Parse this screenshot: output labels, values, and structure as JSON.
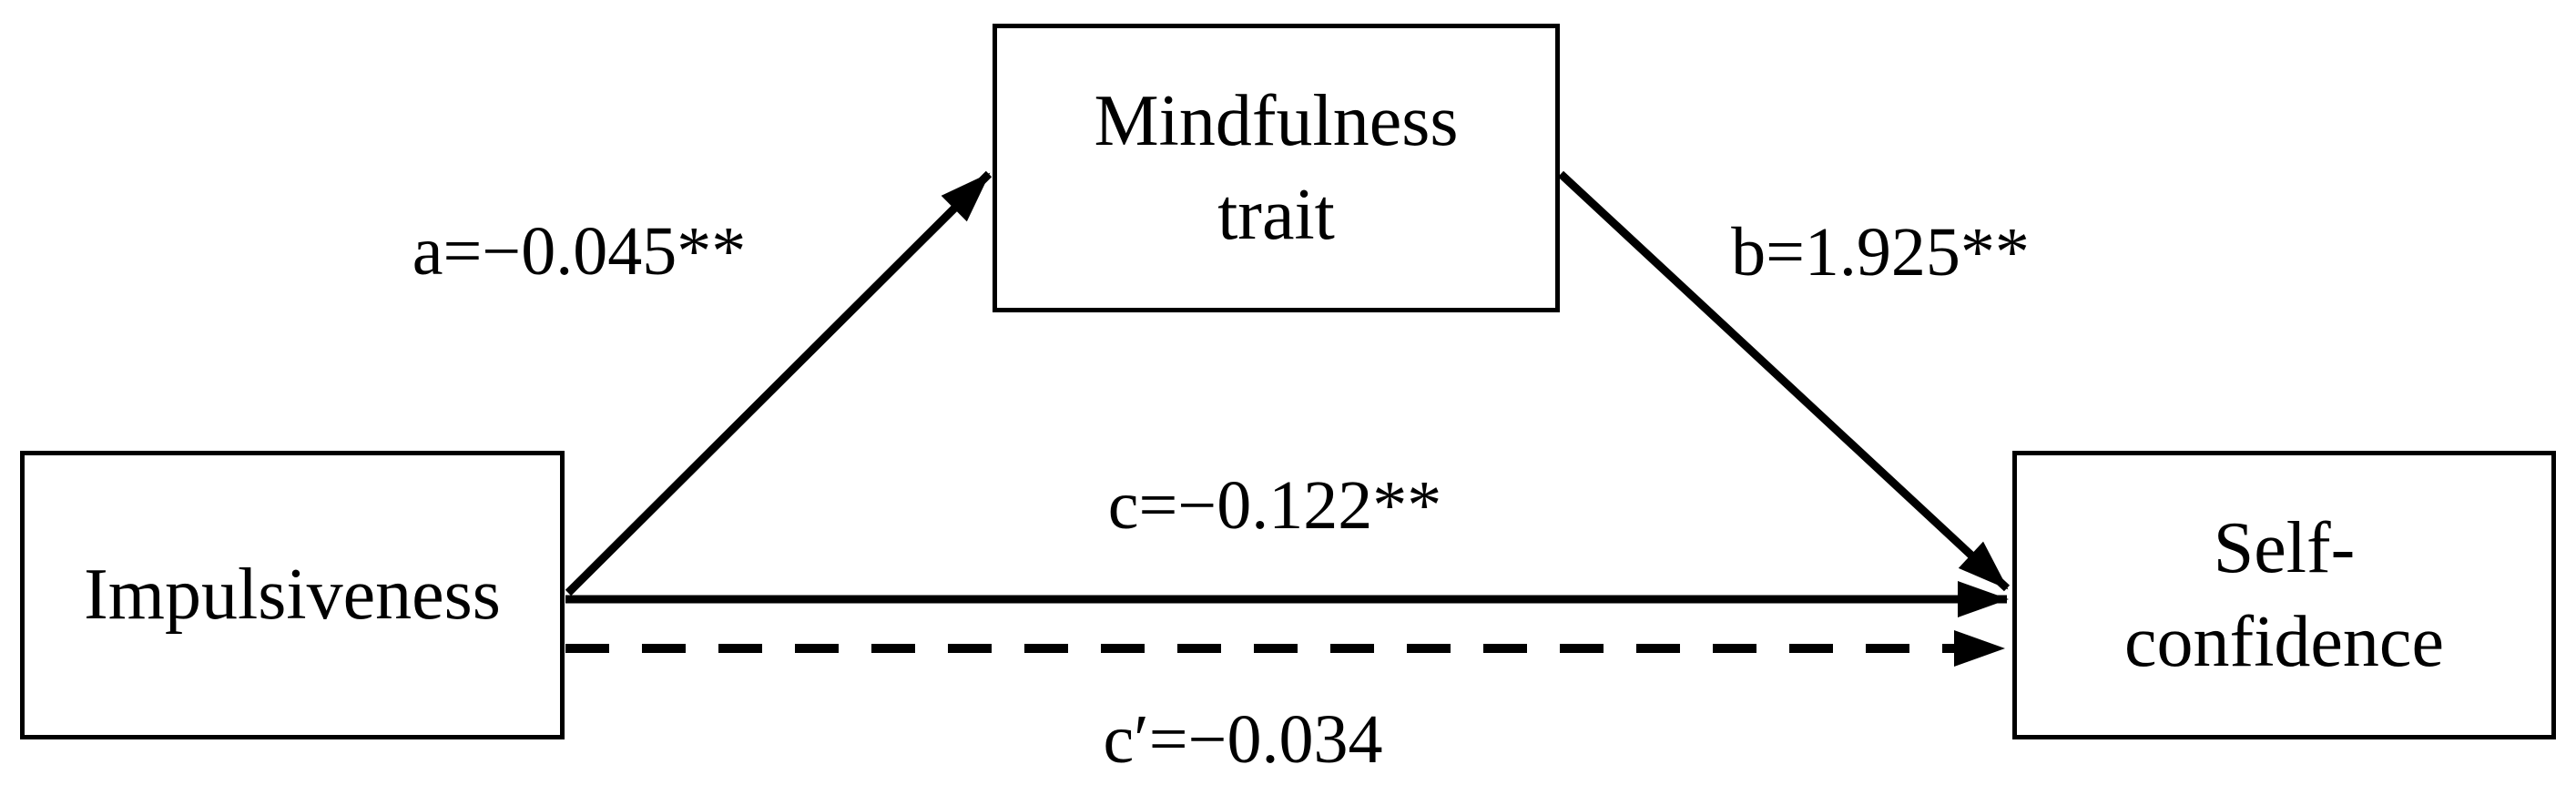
{
  "nodes": {
    "predictor": {
      "label": "Impulsiveness"
    },
    "mediator": {
      "line1": "Mindfulness",
      "line2": "trait"
    },
    "outcome": {
      "line1": "Self-",
      "line2": "confidence"
    }
  },
  "paths": {
    "a": {
      "label": "a=−0.045**"
    },
    "b": {
      "label": "b=1.925**"
    },
    "c": {
      "label": "c=−0.122**"
    },
    "c_prime": {
      "label": "c′=−0.034"
    }
  },
  "colors": {
    "line": "#000000",
    "background": "#ffffff",
    "text": "#000000"
  }
}
